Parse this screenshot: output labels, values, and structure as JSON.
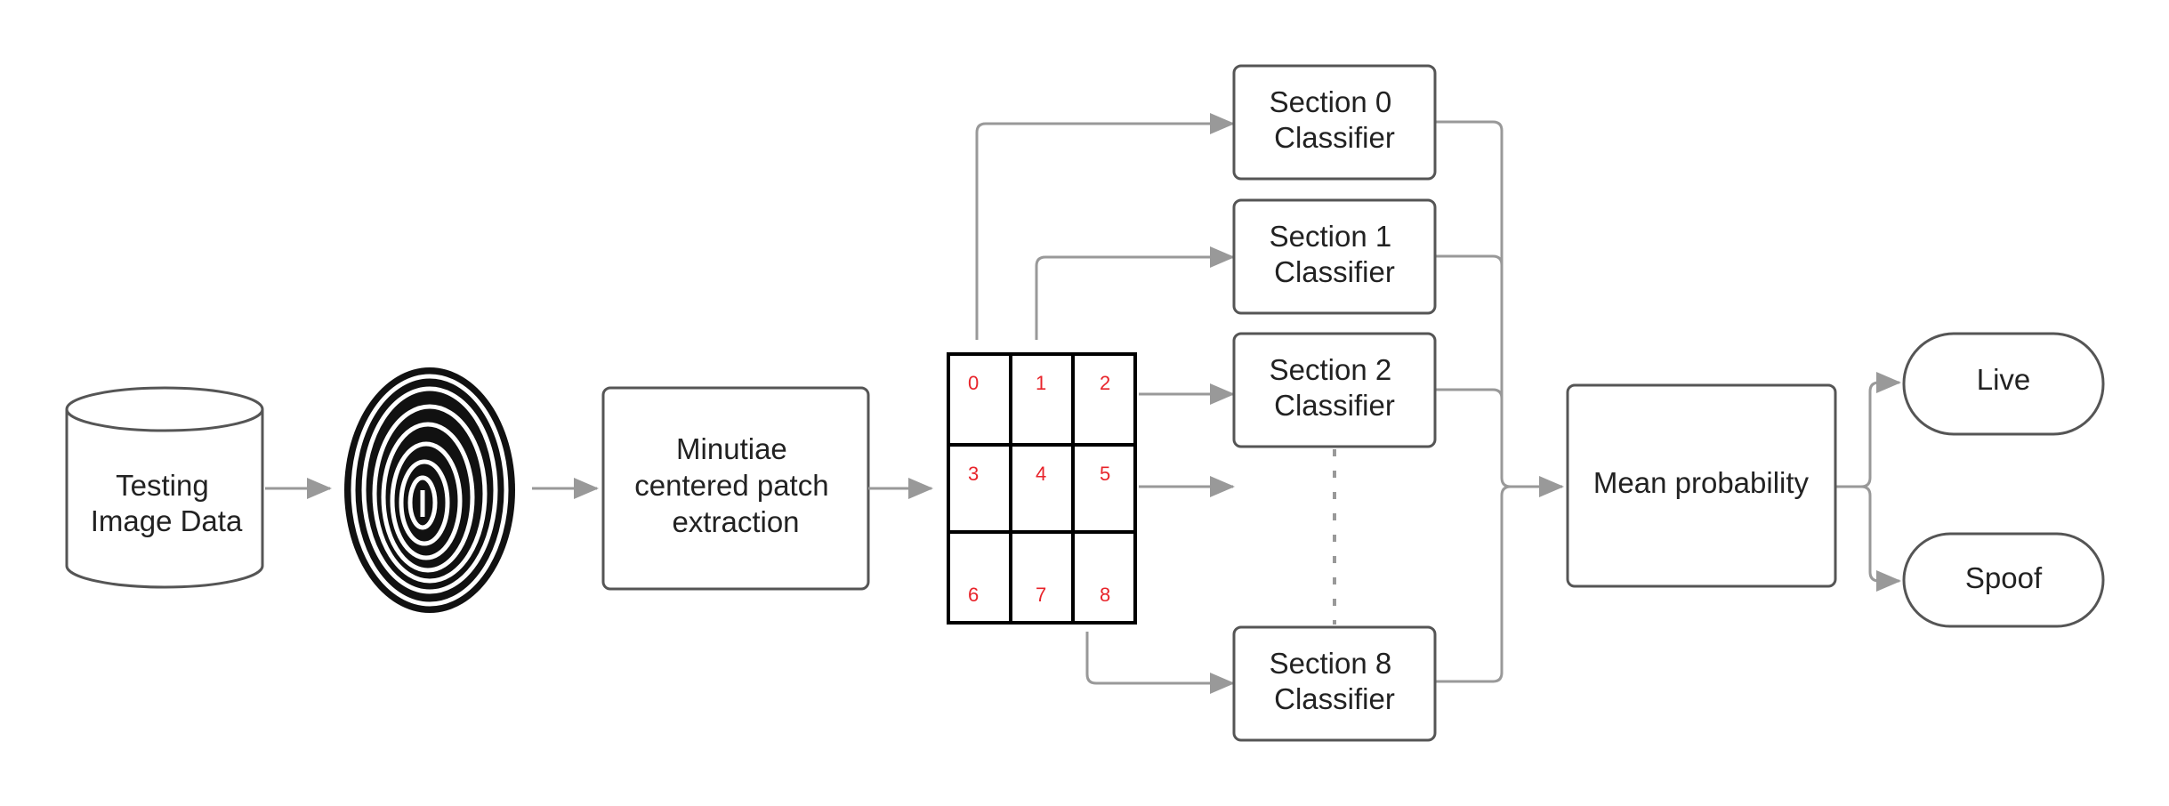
{
  "nodes": {
    "source": {
      "lines": [
        "Testing",
        "Image Data"
      ]
    },
    "extraction": {
      "lines": [
        "Minutiae",
        "centered patch",
        "extraction"
      ]
    },
    "classifiers": [
      {
        "id": "section-0",
        "lines": [
          "Section 0",
          "Classifier"
        ]
      },
      {
        "id": "section-1",
        "lines": [
          "Section 1",
          "Classifier"
        ]
      },
      {
        "id": "section-2",
        "lines": [
          "Section 2",
          "Classifier"
        ]
      },
      {
        "id": "section-8",
        "lines": [
          "Section 8",
          "Classifier"
        ]
      }
    ],
    "aggregator": {
      "label": "Mean probability"
    },
    "outputs": {
      "live": {
        "label": "Live",
        "color": "#6aaa2a"
      },
      "spoof": {
        "label": "Spoof",
        "color": "#cc2233"
      }
    }
  },
  "grid": {
    "section_numbers": [
      "0",
      "1",
      "2",
      "3",
      "4",
      "5",
      "6",
      "7",
      "8"
    ],
    "number_color": "#e8232a"
  },
  "colors": {
    "box_stroke": "#555555",
    "arrow": "#999999",
    "grid_line": "#000000"
  },
  "icons": {
    "fingerprint": "fingerprint-icon",
    "database": "cylinder-database-icon"
  }
}
